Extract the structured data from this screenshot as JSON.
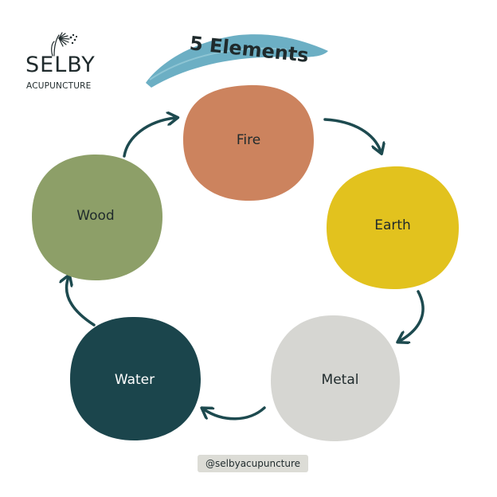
{
  "brand": {
    "name": "SELBY",
    "subtitle": "ACUPUNCTURE",
    "logo_icon": "dandelion-icon"
  },
  "title": "5 Elements",
  "handle": "@selbyacupuncture",
  "colors": {
    "title_brush": "#5fa8bf",
    "arrow": "#1d4a4f",
    "text_dark": "#1f2a2c"
  },
  "elements": [
    {
      "id": "fire",
      "label": "Fire",
      "color": "#cc835e",
      "text_color": "#1f2a2c"
    },
    {
      "id": "earth",
      "label": "Earth",
      "color": "#e2c21e",
      "text_color": "#1f2a2c"
    },
    {
      "id": "metal",
      "label": "Metal",
      "color": "#d6d6d2",
      "text_color": "#1f2a2c"
    },
    {
      "id": "water",
      "label": "Water",
      "color": "#1b454c",
      "text_color": "#ffffff"
    },
    {
      "id": "wood",
      "label": "Wood",
      "color": "#8d9f68",
      "text_color": "#1f2a2c"
    }
  ],
  "cycle": [
    "fire",
    "earth",
    "metal",
    "water",
    "wood",
    "fire"
  ]
}
